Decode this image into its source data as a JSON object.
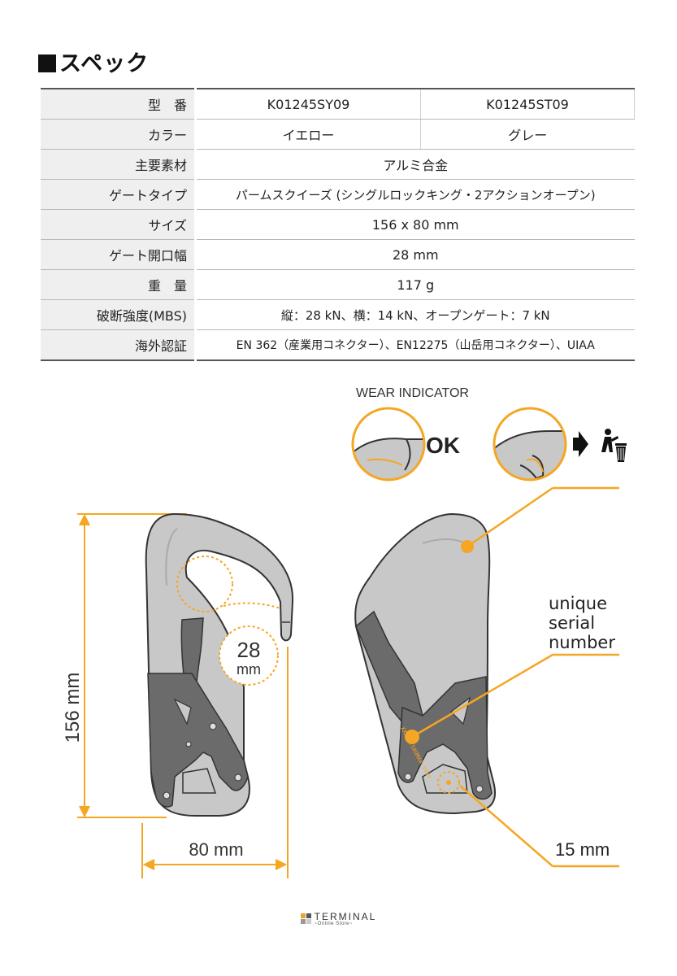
{
  "section": {
    "title": "スペック"
  },
  "spec_table": {
    "rows": [
      {
        "label": "型　番",
        "values": [
          "K01245SY09",
          "K01245ST09"
        ]
      },
      {
        "label": "カラー",
        "values": [
          "イエロー",
          "グレー"
        ]
      },
      {
        "label": "主要素材",
        "value": "アルミ合金"
      },
      {
        "label": "ゲートタイプ",
        "value": "パームスクイーズ (シングルロックキング・2アクションオープン)"
      },
      {
        "label": "サイズ",
        "value": "156 x 80 mm"
      },
      {
        "label": "ゲート開口幅",
        "value": "28 mm"
      },
      {
        "label": "重　量",
        "value": "117 g"
      },
      {
        "label": "破断強度(MBS)",
        "value": "縦：28 kN、横：14 kN、オープンゲート：7 kN"
      },
      {
        "label": "海外認証",
        "value": "EN 362（産業用コネクター）、EN12275（山岳用コネクター）、UIAA"
      }
    ]
  },
  "figure": {
    "wear_indicator_title": "WEAR INDICATOR",
    "ok_label": "OK",
    "height_label": "156 mm",
    "width_label": "80 mm",
    "gate_value": "28",
    "gate_unit": "mm",
    "serial_label": [
      "unique",
      "serial",
      "number"
    ],
    "hole_label": "15 mm",
    "engraving": "XXXXX.SAUMXA.YYYY",
    "accent_color": "#f5a623",
    "body_color": "#c8c8c8",
    "gate_color": "#6b6b6b",
    "icons": [
      "arrow-right-icon",
      "trash-disposal-icon"
    ]
  },
  "footer": {
    "brand": "TERMINAL",
    "tagline": "~Online Store~"
  }
}
